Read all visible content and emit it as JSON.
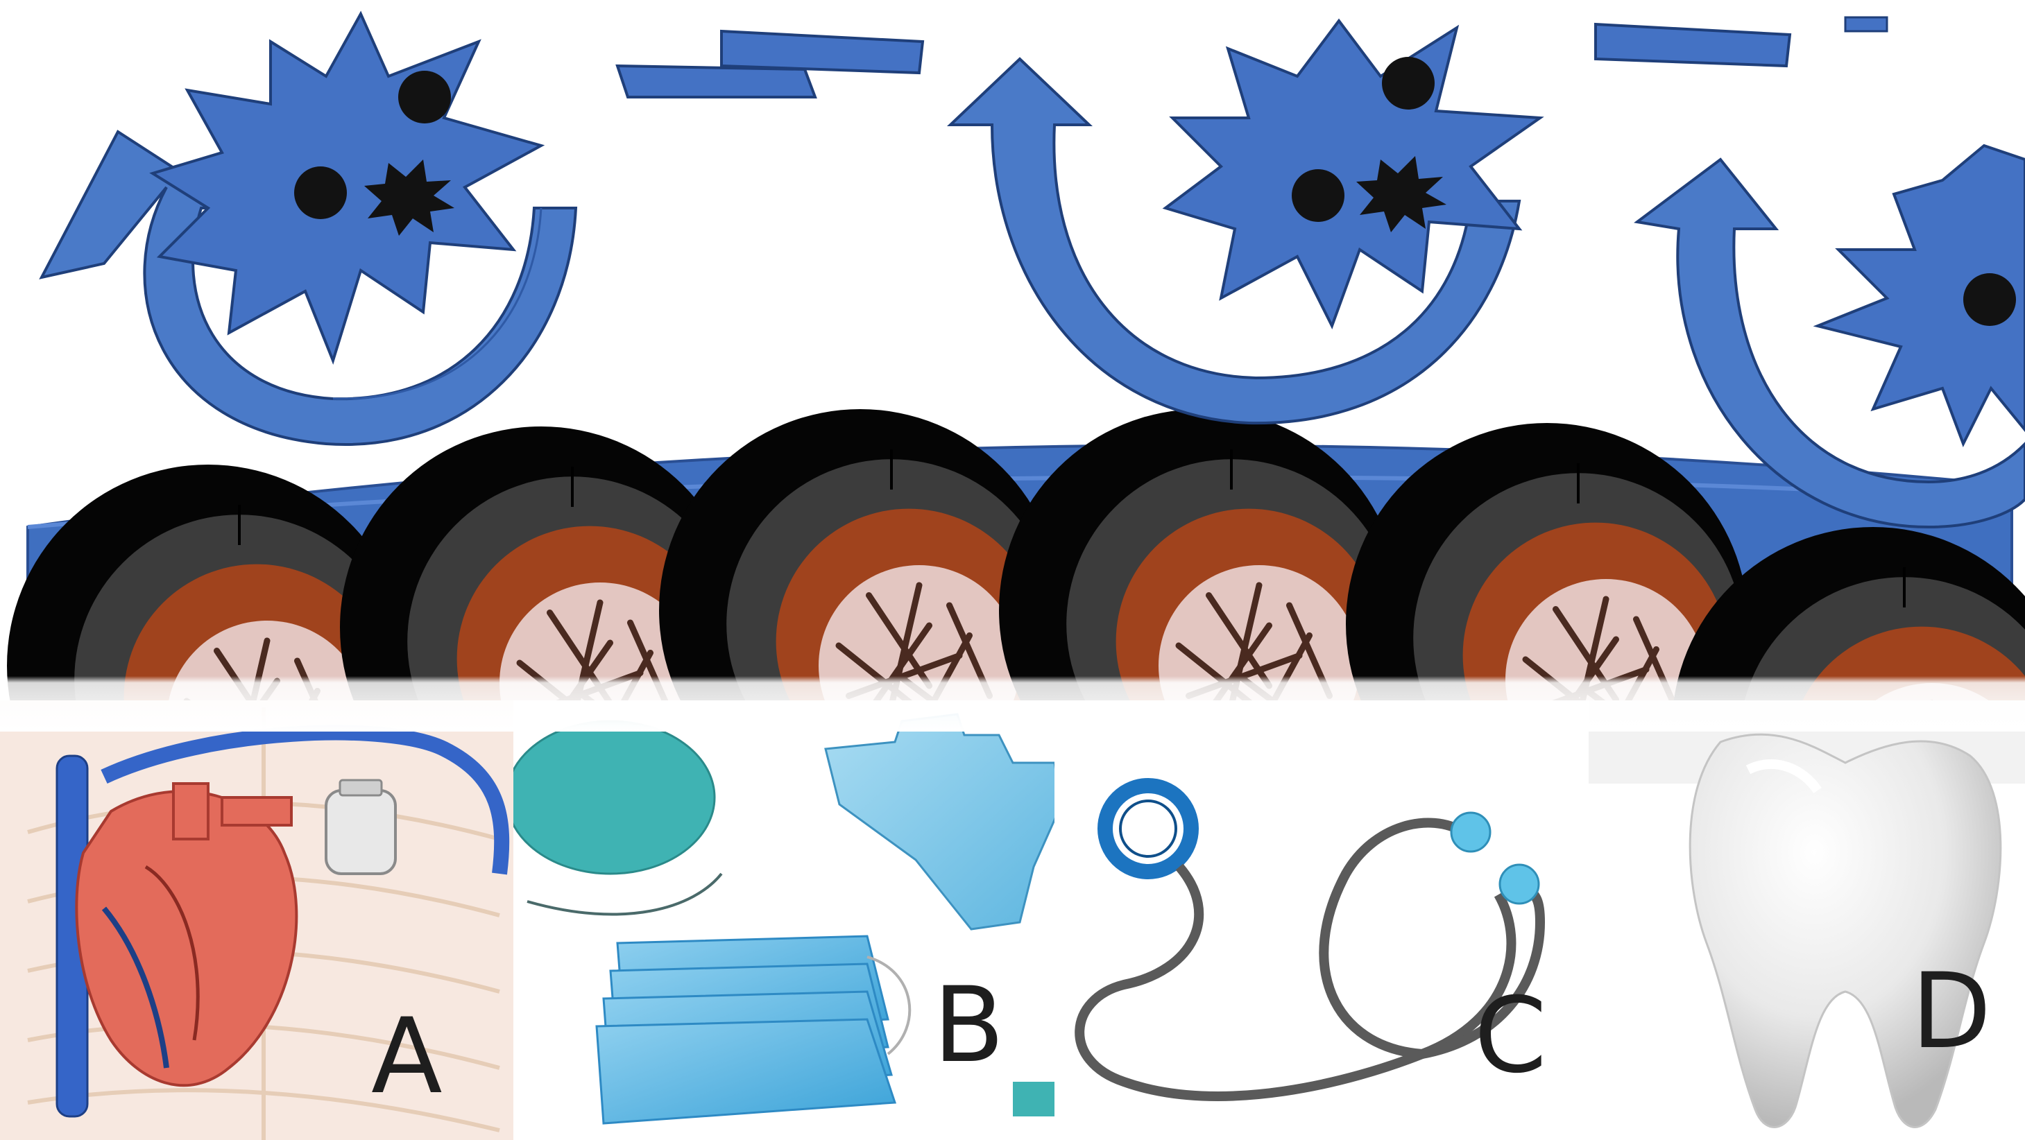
{
  "panels": [
    {
      "id": "A",
      "label": "A",
      "icon": "heart-pacemaker-icon"
    },
    {
      "id": "B",
      "label": "B",
      "icon": "gloves-masks-cap-icon"
    },
    {
      "id": "C",
      "label": "C",
      "icon": "stethoscope-icon"
    },
    {
      "id": "D",
      "label": "D",
      "icon": "tooth-icon"
    }
  ],
  "colors": {
    "cell_blue": "#4472c4",
    "cell_outline": "#1f3f7a",
    "nucleus": "#121212",
    "surface_blue": "#3f6fc0",
    "layer_black": "#050505",
    "layer_gray": "#3c3c3c",
    "layer_orange": "#a0431d",
    "core_pink": "#e3c6c1",
    "label_text": "#1e1e1e"
  },
  "legend": {
    "cells": "cell-icon",
    "arrows": "curved-arrow-icon",
    "microcolonies": "biofilm-microcolony-icon"
  }
}
